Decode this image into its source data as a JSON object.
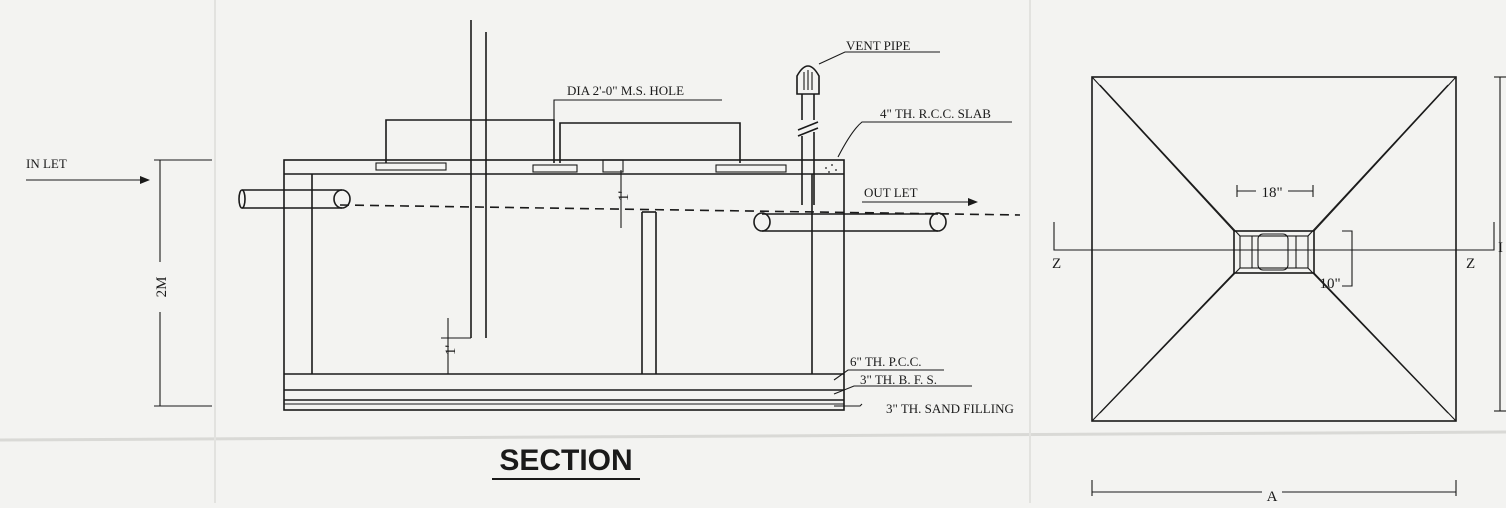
{
  "section": {
    "title": "SECTION",
    "labels": {
      "inlet": "IN LET",
      "outlet": "OUT LET",
      "vent_pipe": "VENT PIPE",
      "hole": "DIA 2'-0\" M.S. HOLE",
      "slab": "4\" TH. R.C.C. SLAB",
      "pcc": "6\" TH. P.C.C.",
      "bfs": "3\" TH. B. F. S.",
      "sand": "3\" TH. SAND FILLING"
    },
    "dims": {
      "height": "2M",
      "gap_top": "1'",
      "gap_bottom": "1'"
    }
  },
  "plan": {
    "dim_top": "18\"",
    "dim_side": "10\"",
    "width": "A",
    "cut_left": "Z",
    "cut_right": "Z",
    "edge_mark": "I"
  },
  "colors": {
    "paper": "#f3f3f1",
    "ink": "#1a1a1a"
  }
}
